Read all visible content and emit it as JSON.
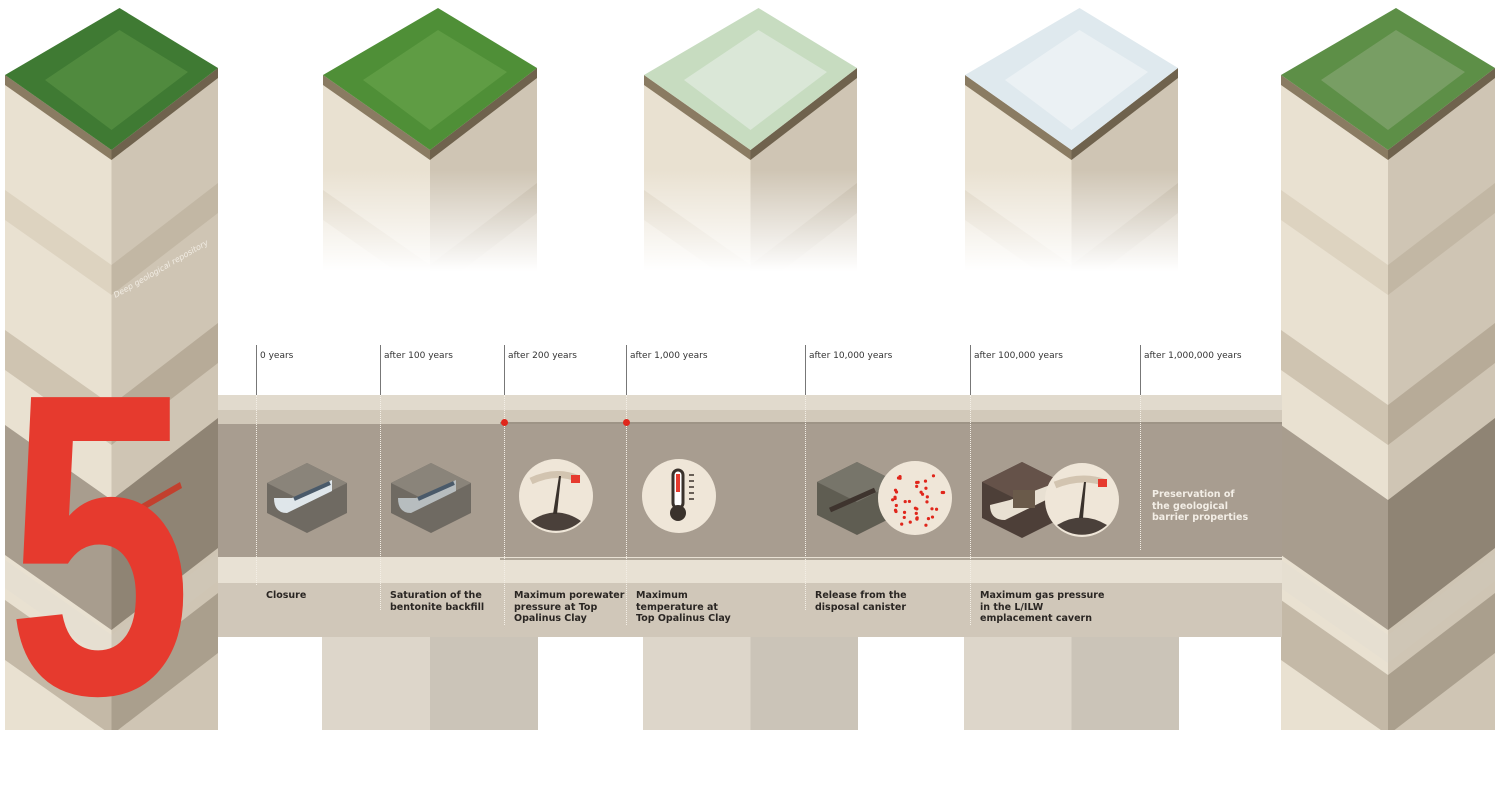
{
  "figure_number": "5",
  "repository_label": "Deep geological repository",
  "timeline": [
    {
      "time": "0 years",
      "event": "Closure",
      "icon": "tunnel-closure-icon"
    },
    {
      "time": "after 100 years",
      "event": "Saturation of the bentonite backfill",
      "icon": "tunnel-saturation-icon"
    },
    {
      "time": "after 200 years",
      "event": "Maximum porewater pressure at Top Opalinus Clay",
      "icon": "pressure-gauge-icon"
    },
    {
      "time": "after 1,000 years",
      "event": "Maximum temperature at Top Opalinus Clay",
      "icon": "thermometer-icon"
    },
    {
      "time": "after 10,000 years",
      "event": "Release from the disposal canister",
      "icon": "canister-release-icon"
    },
    {
      "time": "after 100,000 years",
      "event": "Maximum gas pressure in the L/ILW emplacement cavern",
      "icon": "gas-pressure-icon"
    },
    {
      "time": "after 1,000,000 years",
      "event": "Preservation of the geological barrier properties",
      "icon": "barrier-preservation-icon"
    }
  ],
  "colors": {
    "accent": "#e63a2e",
    "marker": "#e0261b",
    "host_rock": "#a89d90"
  }
}
